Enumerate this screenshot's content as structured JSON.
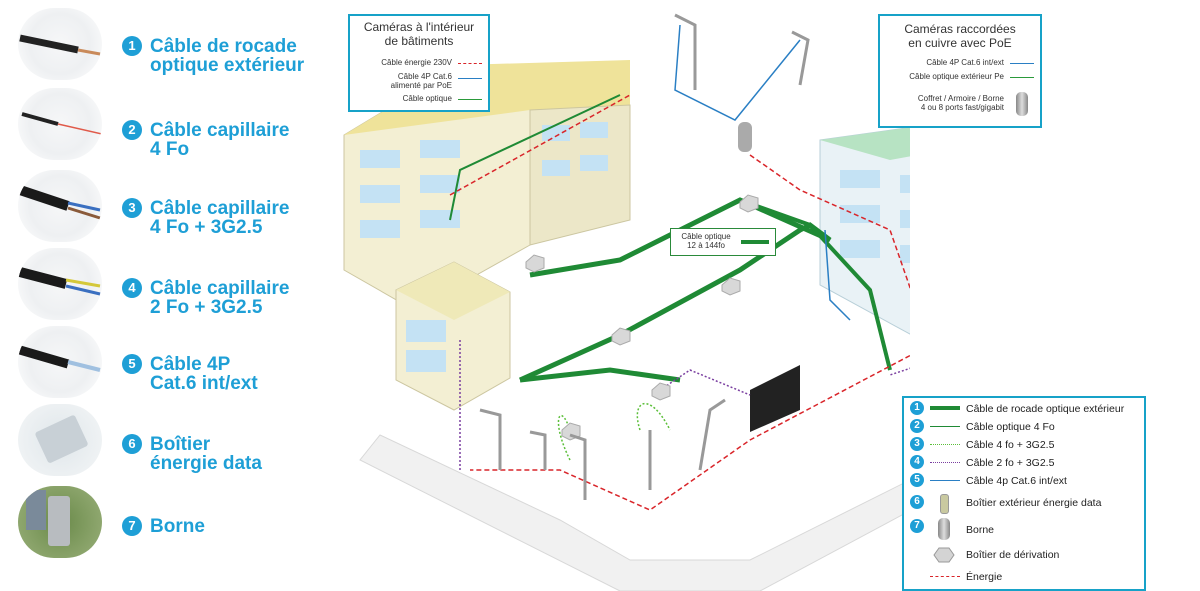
{
  "cables": [
    {
      "num": "1",
      "title": "Câble de rocade\noptique extérieur"
    },
    {
      "num": "2",
      "title": "Câble capillaire\n4 Fo"
    },
    {
      "num": "3",
      "title": "Câble capillaire\n4 Fo + 3G2.5"
    },
    {
      "num": "4",
      "title": "Câble capillaire\n2 Fo + 3G2.5"
    },
    {
      "num": "5",
      "title": "Câble 4P\nCat.6 int/ext"
    },
    {
      "num": "6",
      "title": "Boîtier\nénergie data"
    },
    {
      "num": "7",
      "title": "Borne"
    }
  ],
  "callout_inside": {
    "title": "Caméras à l'intérieur\nde bâtiments",
    "rows": [
      {
        "label": "Câble énergie 230V",
        "color": "#d9252a",
        "style": "dashed"
      },
      {
        "label": "Câble 4P Cat.6\nalimenté par PoE",
        "color": "#2a7fc4",
        "style": "solid"
      },
      {
        "label": "Câble optique",
        "color": "#2a9a3a",
        "style": "solid"
      }
    ]
  },
  "callout_poe": {
    "title": "Caméras raccordées\nen cuivre avec PoE",
    "rows": [
      {
        "label": "Câble 4P Cat.6 int/ext",
        "color": "#2a7fc4",
        "style": "solid"
      },
      {
        "label": "Câble optique extérieur Pe",
        "color": "#2a9a3a",
        "style": "solid"
      },
      {
        "label": "Coffret / Armoire / Borne\n4 ou 8 ports fast/gigabit",
        "color": "",
        "style": "borne"
      }
    ]
  },
  "fiber_tag": "Câble optique\n12 à 144fo",
  "legend": [
    {
      "num": "1",
      "label": "Câble de rocade optique extérieur",
      "kind": "thick",
      "color": "#1f8a35"
    },
    {
      "num": "2",
      "label": "Câble optique 4 Fo",
      "kind": "solid",
      "color": "#1f8a35"
    },
    {
      "num": "3",
      "label": "Câble 4 fo + 3G2.5",
      "kind": "dotted",
      "color": "#5cbf3a"
    },
    {
      "num": "4",
      "label": "Câble 2 fo + 3G2.5",
      "kind": "dotted",
      "color": "#7a3fa0"
    },
    {
      "num": "5",
      "label": "Câble 4p Cat.6 int/ext",
      "kind": "solid",
      "color": "#2a7fc4"
    },
    {
      "num": "6",
      "label": "Boîtier extérieur énergie data",
      "kind": "box",
      "color": "#c9c9a0"
    },
    {
      "num": "7",
      "label": "Borne",
      "kind": "borne",
      "color": "#aaaaaa"
    },
    {
      "num": "",
      "label": "Boîtier de dérivation",
      "kind": "hex",
      "color": "#cccccc"
    },
    {
      "num": "",
      "label": "Énergie",
      "kind": "dashed",
      "color": "#d9252a"
    }
  ],
  "colors": {
    "accent": "#1e9fd6",
    "fiber": "#1f8a35",
    "energy": "#d9252a",
    "cat6": "#2a7fc4",
    "frame": "#17a2c8"
  }
}
